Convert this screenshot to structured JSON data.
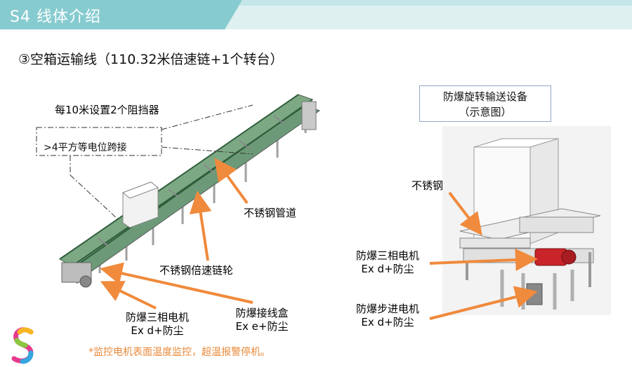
{
  "header": {
    "title": "S4 线体介绍",
    "bar_color": "#86cbd0",
    "accent_color": "#dff0f1"
  },
  "subtitle": "③空箱运输线（110.32米倍速链+1个转台）",
  "left_diagram": {
    "label_blockers": "每10米设置2个阻挡器",
    "label_grounding": ">4平方等电位跨接",
    "label_pipe": "不锈钢管道",
    "label_chain_wheel": "不锈钢倍速链轮",
    "motor_label": {
      "line1": "防爆三相电机",
      "line2": "Ex d+防尘"
    },
    "junction_label": {
      "line1": "防爆接线盒",
      "line2": "Ex e+防尘"
    }
  },
  "right_diagram": {
    "title": {
      "line1": "防爆旋转输送设备",
      "line2": "（示意图）"
    },
    "label_steel": "不锈钢",
    "motor_label": {
      "line1": "防爆三相电机",
      "line2": "Ex d+防尘"
    },
    "stepper_label": {
      "line1": "防爆步进电机",
      "line2": "Ex d+防尘"
    }
  },
  "footnote": "*监控电机表面温度监控，超温报警停机。",
  "colors": {
    "arrow": "#f08a3c",
    "frame": "#9a9a9a",
    "chain": "#3f7d55",
    "motor": "#c8242a",
    "footnote": "#e8893a"
  },
  "icons": {
    "logo": "s-logo-icon"
  }
}
